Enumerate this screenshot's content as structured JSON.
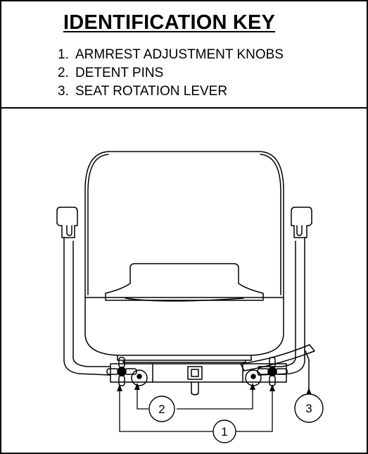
{
  "identification_key": {
    "title": "IDENTIFICATION KEY",
    "items": [
      {
        "number": "1.",
        "label": "ARMREST ADJUSTMENT KNOBS"
      },
      {
        "number": "2.",
        "label": "DETENT PINS"
      },
      {
        "number": "3.",
        "label": "SEAT ROTATION LEVER"
      }
    ]
  },
  "callouts": [
    {
      "number": "1"
    },
    {
      "number": "2"
    },
    {
      "number": "3"
    }
  ]
}
